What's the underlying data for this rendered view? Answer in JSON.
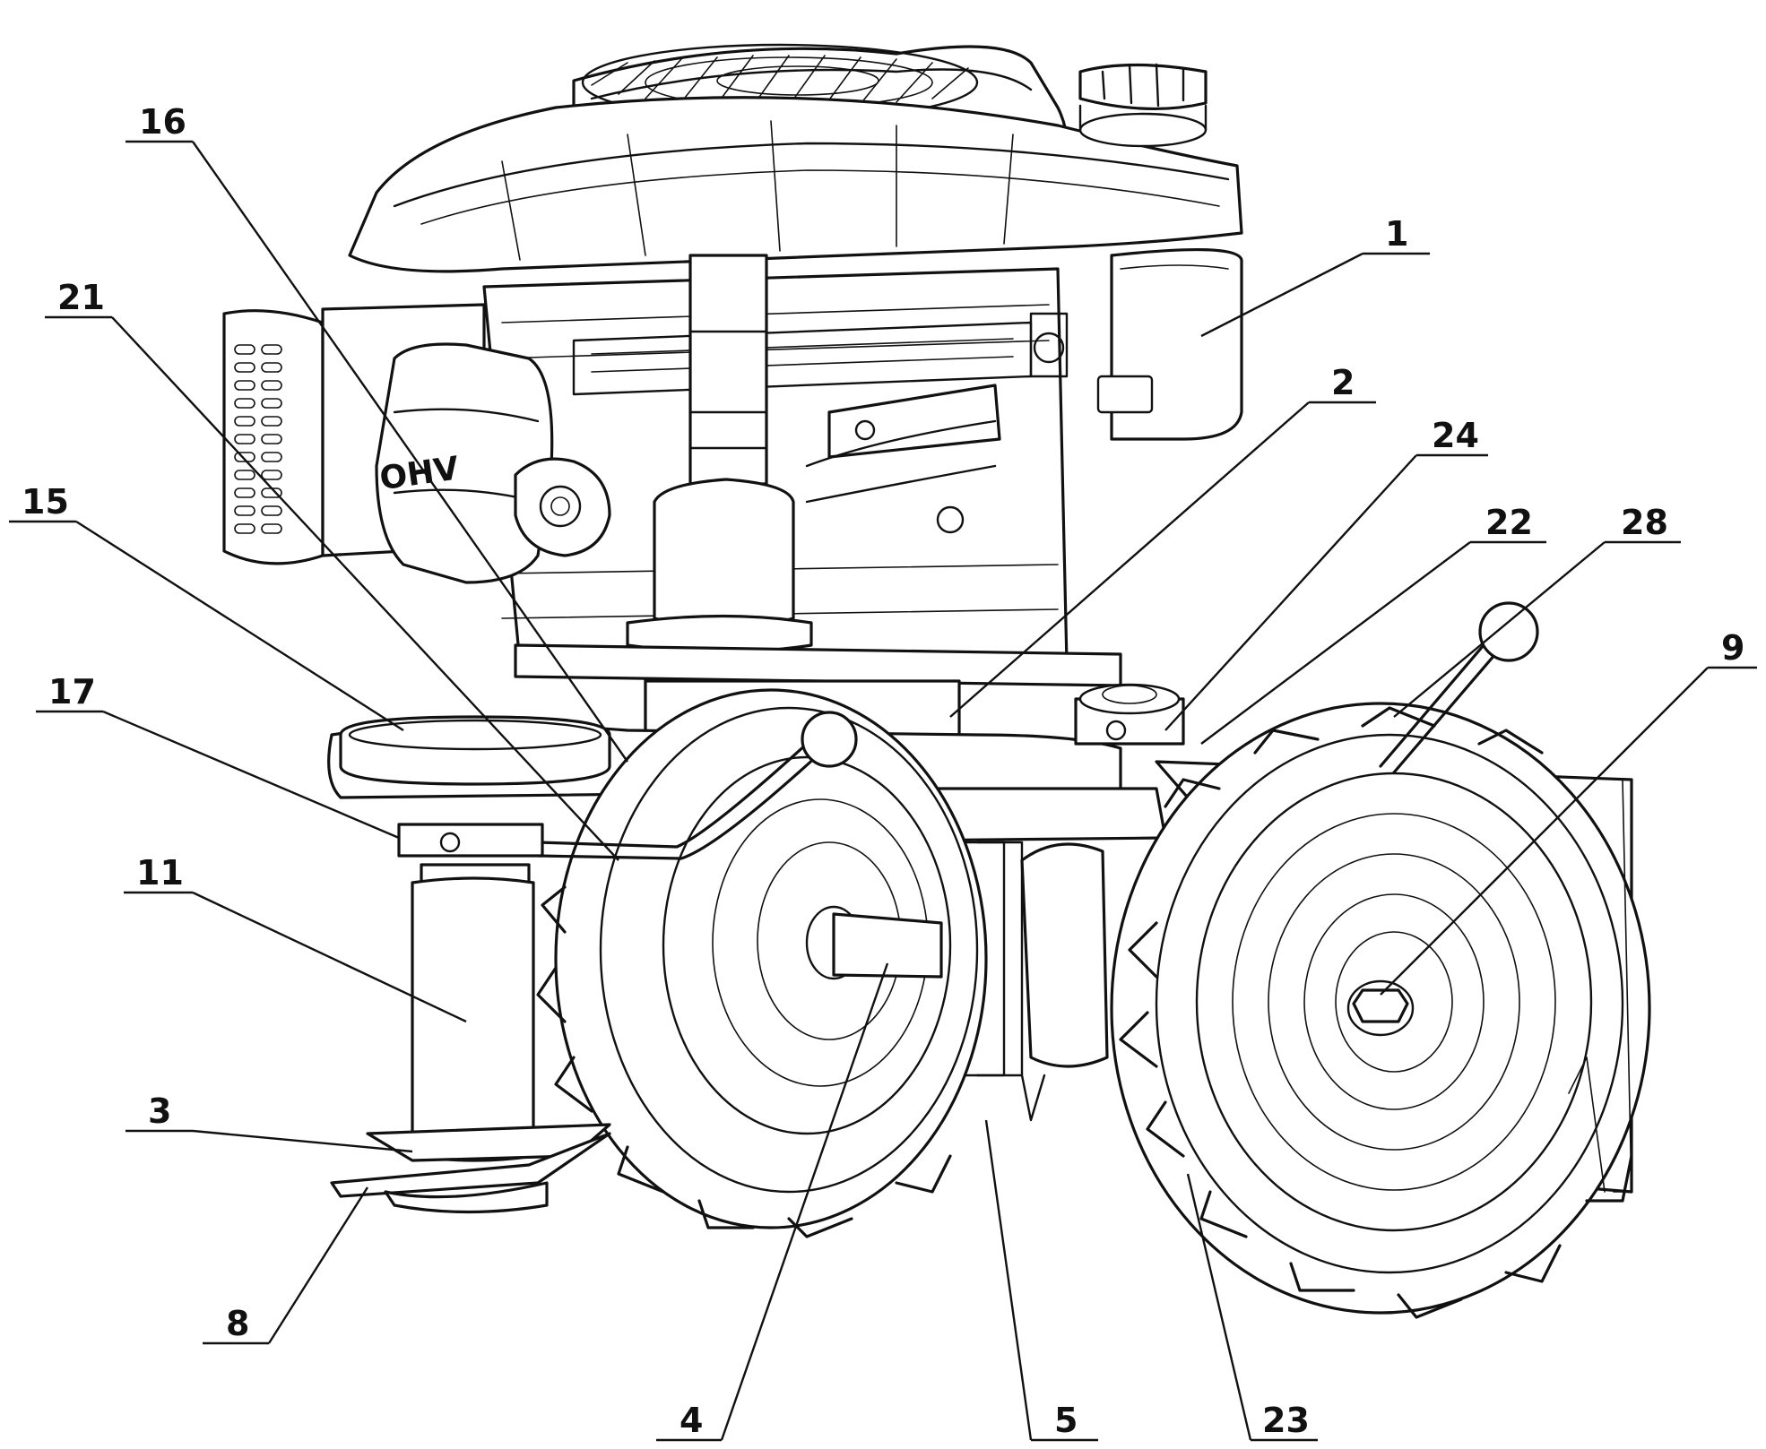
{
  "colors": {
    "ink": "#111111",
    "paper": "#ffffff"
  },
  "engine_badge": "OHV",
  "callouts": [
    {
      "id": "1",
      "text": "1"
    },
    {
      "id": "2",
      "text": "2"
    },
    {
      "id": "3",
      "text": "3"
    },
    {
      "id": "4",
      "text": "4"
    },
    {
      "id": "5",
      "text": "5"
    },
    {
      "id": "8",
      "text": "8"
    },
    {
      "id": "9",
      "text": "9"
    },
    {
      "id": "11",
      "text": "11"
    },
    {
      "id": "15",
      "text": "15"
    },
    {
      "id": "16",
      "text": "16"
    },
    {
      "id": "17",
      "text": "17"
    },
    {
      "id": "21",
      "text": "21"
    },
    {
      "id": "22",
      "text": "22"
    },
    {
      "id": "23",
      "text": "23"
    },
    {
      "id": "24",
      "text": "24"
    },
    {
      "id": "28",
      "text": "28"
    }
  ]
}
